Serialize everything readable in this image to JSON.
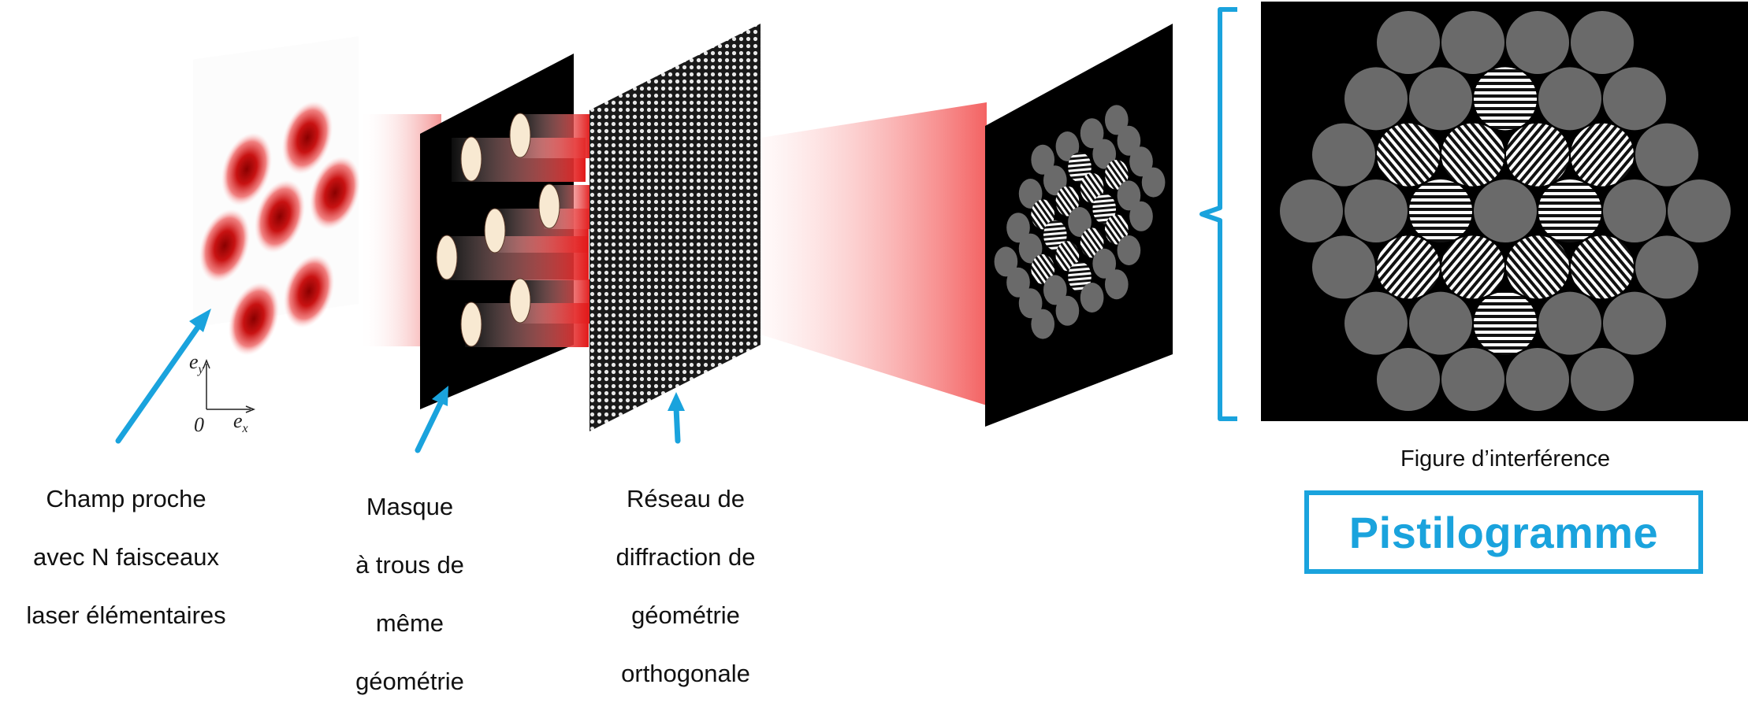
{
  "diagram": {
    "captions": {
      "near_field": [
        "Champ  proche",
        "avec N faisceaux",
        "laser élémentaires"
      ],
      "mask": [
        "Masque",
        "à trous de",
        "même",
        "géométrie"
      ],
      "grating": [
        "Réseau de",
        "diffraction de",
        "géométrie",
        "orthogonale"
      ],
      "interference": "Figure d’interférence"
    },
    "result_box_label": "Pistilogramme",
    "axes": {
      "origin": "0",
      "y": "e",
      "y_sub": "y",
      "x": "e",
      "x_sub": "x"
    },
    "colors": {
      "accent": "#1aa3dd",
      "beam_red": "#cc1010",
      "panel_black": "#000000",
      "spot_gray": "#6a6a6a"
    },
    "interference_layout": {
      "row_counts": [
        4,
        5,
        6,
        7,
        6,
        5,
        4
      ],
      "fringe_cells": [
        [
          1,
          2
        ],
        [
          2,
          1
        ],
        [
          2,
          2
        ],
        [
          2,
          3
        ],
        [
          2,
          4
        ],
        [
          3,
          2
        ],
        [
          3,
          4
        ],
        [
          4,
          1
        ],
        [
          4,
          2
        ],
        [
          4,
          3
        ],
        [
          4,
          4
        ],
        [
          5,
          2
        ]
      ]
    }
  }
}
